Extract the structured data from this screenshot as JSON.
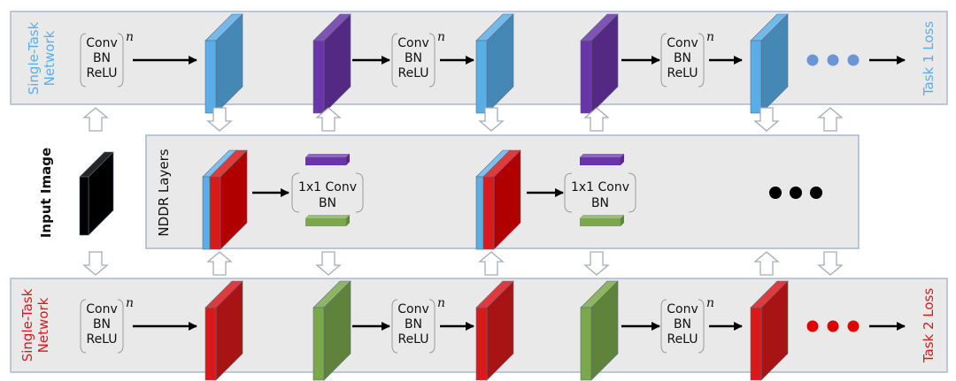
{
  "colors": {
    "blue": "#5aaee8",
    "purple": "#6a35a8",
    "red": "#d81a1a",
    "green": "#7aa84a",
    "black": "#000000",
    "task1": "#5aaee8",
    "task2": "#d81a1a"
  },
  "top_network": {
    "label_line1": "Single-Task",
    "label_line2": "Network",
    "loss_label": "Task 1 Loss",
    "block": {
      "line1": "Conv",
      "line2": "BN",
      "line3": "ReLU",
      "superscript": "n"
    }
  },
  "bottom_network": {
    "label_line1": "Single-Task",
    "label_line2": "Network",
    "loss_label": "Task 2 Loss",
    "block": {
      "line1": "Conv",
      "line2": "BN",
      "line3": "ReLU",
      "superscript": "n"
    }
  },
  "input": {
    "label": "Input Image"
  },
  "nddr": {
    "label": "NDDR Layers",
    "block": {
      "line1": "1x1 Conv",
      "line2": "BN"
    }
  }
}
